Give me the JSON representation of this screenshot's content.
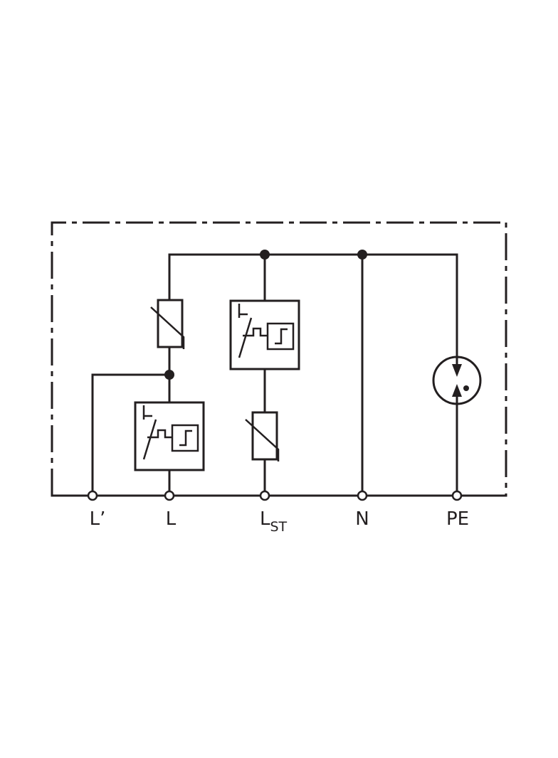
{
  "terminals": {
    "l_prime": "L’",
    "l": "L",
    "l_st_main": "L",
    "l_st_sub": "ST",
    "n": "N",
    "pe": "PE"
  },
  "colors": {
    "ink": "#231f20",
    "background": "#ffffff"
  }
}
